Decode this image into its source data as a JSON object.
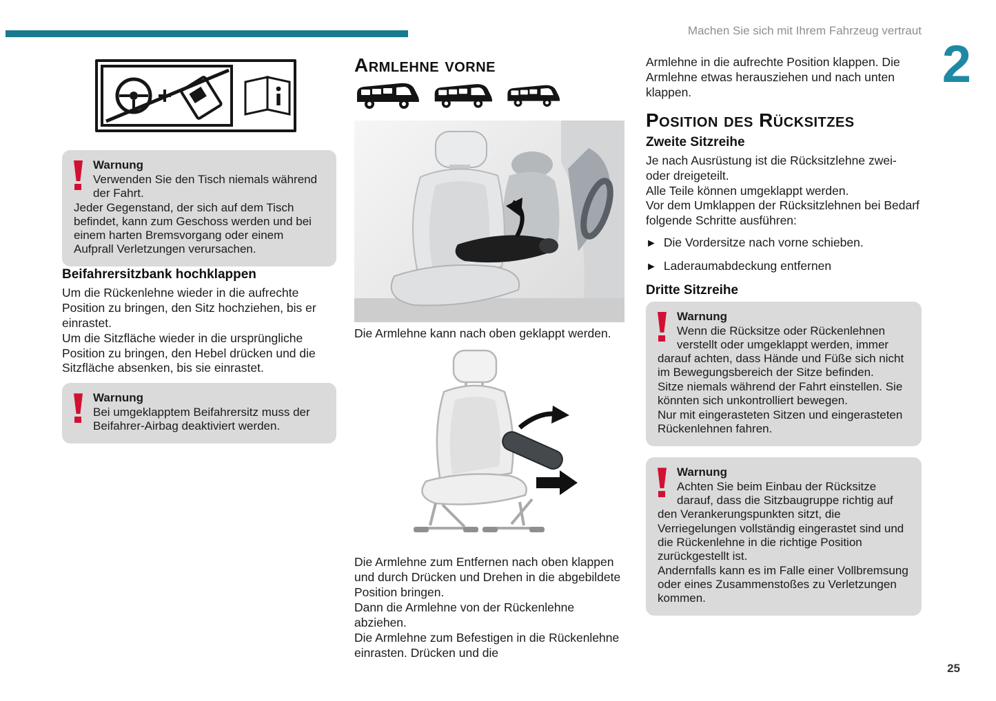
{
  "page": {
    "header": "Machen Sie sich mit Ihrem Fahrzeug vertraut",
    "chapter_number": "2",
    "page_number": "25"
  },
  "colors": {
    "accent_bar": "#19798e",
    "chapter_number": "#1f89a3",
    "warning_box_background": "#dadada",
    "warning_icon_red": "#d21033",
    "header_text_gray": "#8e8e8e"
  },
  "icons": {
    "warning": "!",
    "bullet": "►"
  },
  "left": {
    "warning1": {
      "title": "Warnung",
      "lines": [
        "Verwenden Sie den Tisch niemals während der Fahrt.",
        "Jeder Gegenstand, der sich auf dem Tisch befindet, kann zum Geschoss werden und bei einem harten Bremsvorgang oder einem Aufprall Verletzungen verursachen."
      ]
    },
    "section": {
      "heading": "Beifahrersitzbank hochklappen",
      "paragraphs": [
        "Um die Rückenlehne wieder in die aufrechte Position zu bringen, den Sitz hochziehen, bis er einrastet.",
        "Um die Sitzfläche wieder in die ursprüngliche Position zu bringen, den Hebel drücken und die Sitzfläche absenken, bis sie einrastet."
      ]
    },
    "warning2": {
      "title": "Warnung",
      "lines": [
        "Bei umgeklapptem Beifahrersitz muss der Beifahrer-Airbag deaktiviert werden."
      ]
    }
  },
  "middle": {
    "heading": "Armlehne vorne",
    "caption1": "Die Armlehne kann nach oben geklappt werden.",
    "paragraphs": [
      "Die Armlehne zum Entfernen nach oben klappen und durch Drücken und Drehen in die abgebildete Position bringen.",
      "Dann die Armlehne von der Rückenlehne abziehen.",
      "Die Armlehne zum Befestigen in die Rückenlehne einrasten. Drücken und die"
    ]
  },
  "right": {
    "intro": "Armlehne in die aufrechte Position klappen. Die Armlehne etwas herausziehen und nach unten klappen.",
    "heading": "Position des Rücksitzes",
    "sub1": "Zweite Sitzreihe",
    "paragraphs1": [
      "Je nach Ausrüstung ist die Rücksitzlehne zwei- oder dreigeteilt.",
      "Alle Teile können umgeklappt werden.",
      "Vor dem Umklappen der Rücksitzlehnen bei Bedarf folgende Schritte ausführen:"
    ],
    "bullets": [
      "Die Vordersitze nach vorne schieben.",
      "Laderaumabdeckung entfernen"
    ],
    "sub2": "Dritte Sitzreihe",
    "warning3": {
      "title": "Warnung",
      "lines": [
        "Wenn die Rücksitze oder Rückenlehnen verstellt oder umgeklappt werden, immer darauf achten, dass Hände und Füße sich nicht im Bewegungsbereich der Sitze befinden.",
        "Sitze niemals während der Fahrt einstellen. Sie könnten sich unkontrolliert bewegen.",
        "Nur mit eingerasteten Sitzen und eingerasteten Rückenlehnen fahren."
      ]
    },
    "warning4": {
      "title": "Warnung",
      "lines": [
        "Achten Sie beim Einbau der Rücksitze darauf, dass die Sitzbaugruppe richtig auf den Verankerungspunkten sitzt, die Verriegelungen vollständig eingerastet sind und die Rückenlehne in die richtige Position zurückgestellt ist.",
        "Andernfalls kann es im Falle einer Vollbremsung oder eines Zusammenstoßes zu Verletzungen kommen."
      ]
    }
  }
}
